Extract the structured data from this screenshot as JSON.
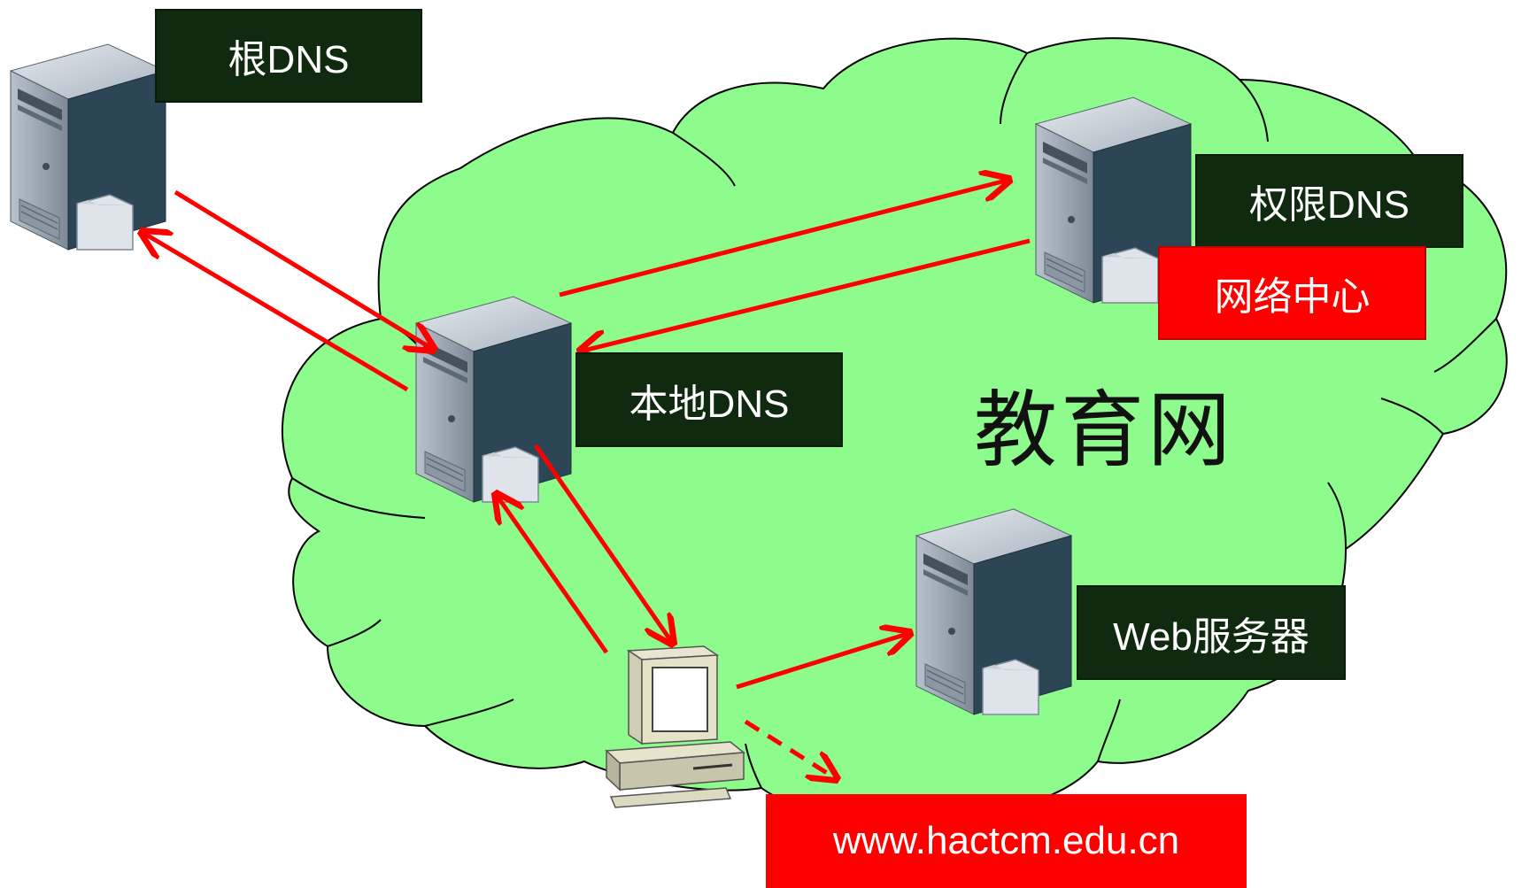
{
  "cloud": {
    "title": "教育网",
    "fill": "#8dfc8d"
  },
  "nodes": {
    "root_dns": {
      "label": "根DNS"
    },
    "auth_dns": {
      "label": "权限DNS",
      "tag": "网络中心"
    },
    "local_dns": {
      "label": "本地DNS"
    },
    "web_server": {
      "label": "Web服务器"
    },
    "client": {
      "url": "www.hactcm.edu.cn"
    }
  },
  "colors": {
    "arrow": "#ff0000",
    "label_bg": "#0f2a0f",
    "highlight_bg": "#ff0000"
  }
}
